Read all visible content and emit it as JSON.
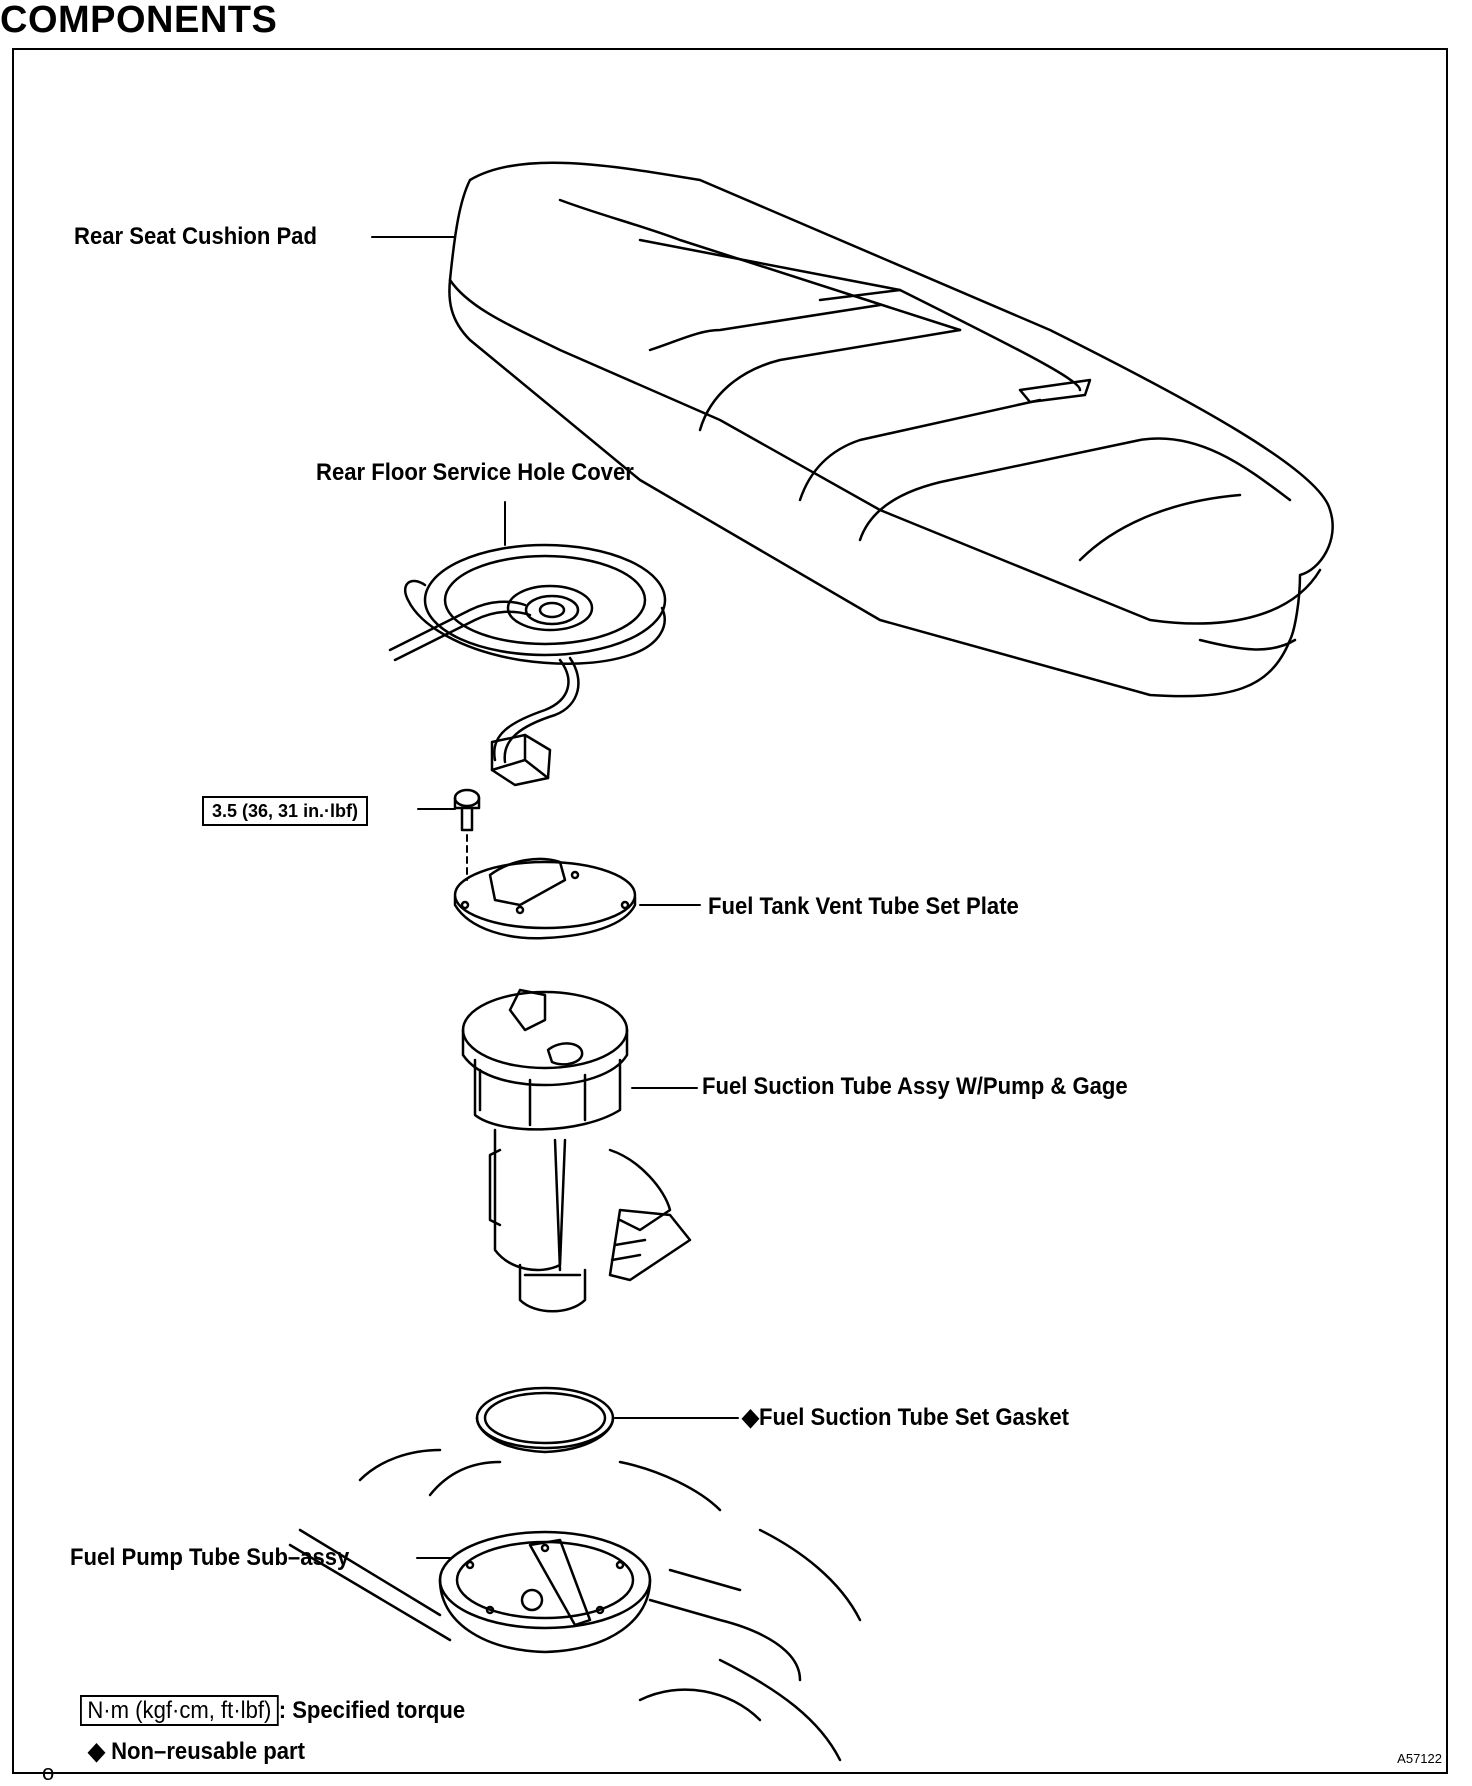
{
  "title": "COMPONENTS",
  "labels": {
    "seat": "Rear Seat Cushion Pad",
    "hole_cover": "Rear Floor Service Hole Cover",
    "torque": "3.5 (36, 31 in.·lbf)",
    "vent_plate": "Fuel Tank Vent Tube Set Plate",
    "suction_assy": "Fuel Suction Tube Assy W/Pump & Gage",
    "gasket": "◆Fuel Suction Tube Set Gasket",
    "pump_tube": "Fuel Pump Tube Sub–assy"
  },
  "legend": {
    "torque_unit": "N·m (kgf·cm, ft·lbf)",
    "torque_desc": ": Specified torque",
    "nonreusable": "◆ Non–reusable part",
    "stray_mark": "o"
  },
  "figure_ref": "A57122"
}
